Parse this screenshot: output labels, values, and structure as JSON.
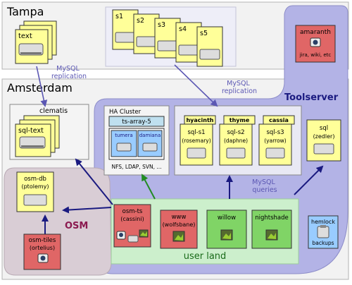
{
  "regions": {
    "tampa": "Tampa",
    "amsterdam": "Amsterdam",
    "toolserver": "Toolserver",
    "osm": "OSM",
    "user_land": "user land"
  },
  "edge_labels": {
    "mysql_replication_tampa": [
      "MySQL",
      "replication"
    ],
    "mysql_replication_s": [
      "MySQL",
      "replication"
    ],
    "mysql_queries": [
      "MySQL",
      "queries"
    ]
  },
  "servers": {
    "text": "text",
    "s_cluster": [
      "s1",
      "s2",
      "s3",
      "s4",
      "s5"
    ],
    "amaranth": {
      "name": "amaranth",
      "note": "jira, wiki, etc"
    },
    "clematis": "clematis",
    "sql_text": "sql-text",
    "ha_cluster": {
      "title": "HA Cluster",
      "array": "ts-array-5",
      "node1": "tumera",
      "node2": "damiana",
      "services": "NFS, LDAP, SVN, ..."
    },
    "s_hosts": [
      {
        "host": "hyacinth",
        "db": "sql-s1",
        "alias": "(rosemary)"
      },
      {
        "host": "thyme",
        "db": "sql-s2",
        "alias": "(daphne)"
      },
      {
        "host": "cassia",
        "db": "sql-s3",
        "alias": "(yarrow)"
      }
    ],
    "sql_zedler": {
      "name": "sql",
      "alias": "(zedler)"
    },
    "osm_db": {
      "name": "osm-db",
      "alias": "(ptolemy)"
    },
    "osm_tiles": {
      "name": "osm-tiles",
      "alias": "(ortelius)"
    },
    "osm_ts": {
      "name": "osm-ts",
      "alias": "(cassini)"
    },
    "www": {
      "name": "www",
      "alias": "(wolfsbane)"
    },
    "willow": "willow",
    "nightshade": "nightshade",
    "hemlock": {
      "name": "hemlock",
      "note": "backups"
    }
  },
  "colors": {
    "server_yellow": "#ffff99",
    "server_red": "#e06666",
    "server_green": "#80d466",
    "server_blue": "#99ccff",
    "toolserver_fill": "#b3b3e6",
    "user_land_fill": "#ccefcc",
    "osm_fill": "#d9cdd5",
    "arrow_navy": "#1a1a80",
    "arrow_green": "#228b22"
  },
  "icons": [
    "hard-disk-icon",
    "camera-icon",
    "picture-icon",
    "clipboard-icon"
  ]
}
